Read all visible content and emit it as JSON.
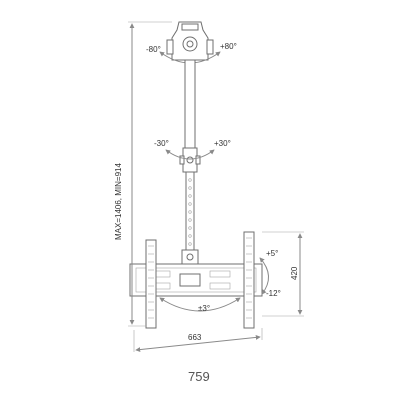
{
  "annotations": {
    "top_left_angle": "-80°",
    "top_right_angle": "+80°",
    "mid_left_angle": "-30°",
    "mid_right_angle": "+30°",
    "tilt_up": "+5°",
    "tilt_down": "-12°",
    "level_adjust": "±3°"
  },
  "dimensions": {
    "height_range": "MAX=1406, MIN=914",
    "panel_height": "420",
    "inner_width": "663",
    "outer_width": "759"
  }
}
